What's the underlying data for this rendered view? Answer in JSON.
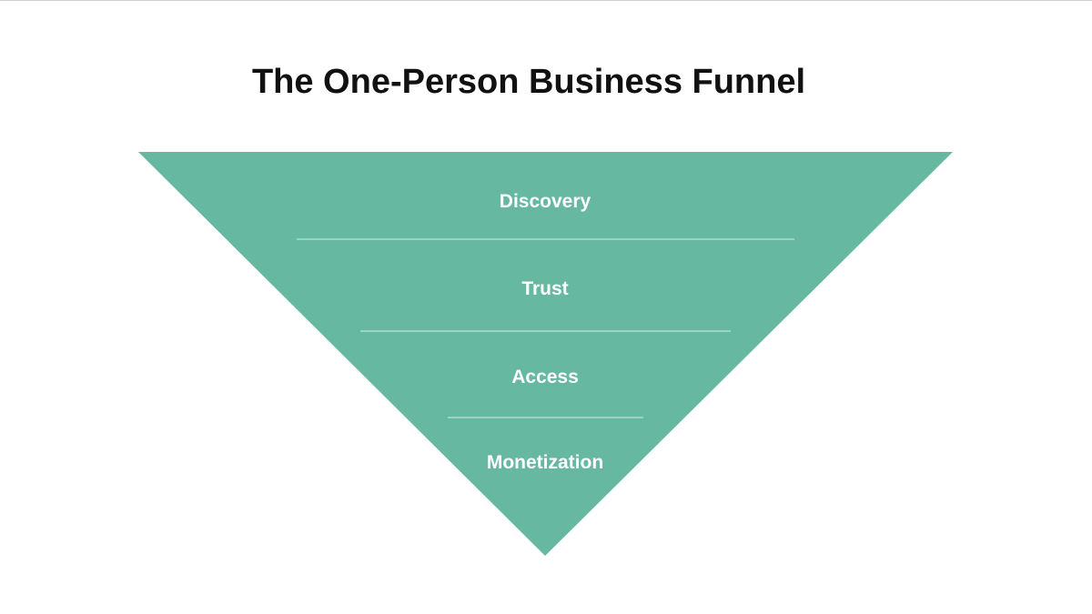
{
  "title": "The One-Person Business Funnel",
  "colors": {
    "funnel_fill": "#66b8a0",
    "divider": "#d6ece5",
    "label": "#ffffff",
    "title": "#111111"
  },
  "funnel": {
    "stages": [
      {
        "label": "Discovery"
      },
      {
        "label": "Trust"
      },
      {
        "label": "Access"
      },
      {
        "label": "Monetization"
      }
    ]
  }
}
